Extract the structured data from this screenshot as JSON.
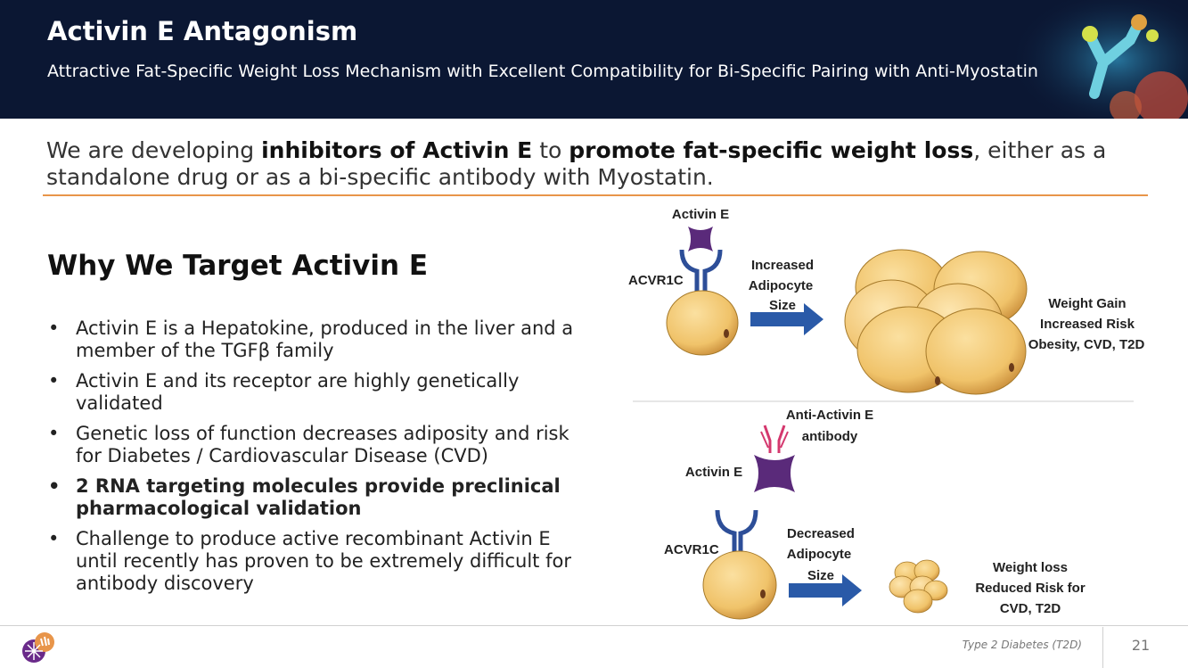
{
  "header": {
    "title": "Activin E Antagonism",
    "subtitle": "Attractive Fat-Specific Weight Loss Mechanism with Excellent Compatibility for Bi-Specific Pairing with Anti-Myostatin"
  },
  "intro": {
    "part1": "We are developing ",
    "bold1": "inhibitors of Activin E",
    "part2": " to ",
    "bold2": "promote fat-specific weight loss",
    "part3": ", either as a standalone drug or as a bi-specific antibody with Myostatin."
  },
  "why": {
    "heading": "Why We Target Activin E",
    "bullets": [
      "Activin E is a Hepatokine, produced in the liver and a member of the TGFβ family",
      "Activin E and its receptor are highly genetically validated",
      "Genetic loss of function decreases adiposity and risk for Diabetes / Cardiovascular Disease (CVD)",
      "2 RNA targeting molecules provide preclinical pharmacological validation",
      "Challenge to produce active recombinant Activin E until recently has proven to be extremely difficult for antibody discovery"
    ]
  },
  "diagram": {
    "top": {
      "ligand_label": "Activin E",
      "receptor_label": "ACVR1C",
      "arrow_label": [
        "Increased",
        "Adipocyte",
        "Size"
      ],
      "outcome_label": [
        "Weight Gain",
        "Increased Risk",
        "Obesity, CVD, T2D"
      ]
    },
    "bottom": {
      "antibody_label": [
        "Anti-Activin E",
        "antibody"
      ],
      "ligand_label": "Activin E",
      "receptor_label": "ACVR1C",
      "arrow_label": [
        "Decreased",
        "Adipocyte",
        "Size"
      ],
      "outcome_label": [
        "Weight loss",
        "Reduced Risk for",
        "CVD, T2D"
      ]
    }
  },
  "footer": {
    "section": "Type 2 Diabetes (T2D)",
    "page_number": "21"
  },
  "colors": {
    "header_bg": "#0b1733",
    "accent_rule": "#e8954a",
    "arrow_blue": "#2a5aa8",
    "receptor_blue": "#2d4e98",
    "activin_purple": "#5a2a7a",
    "antibody_pink": "#d4386e",
    "cell_fill": "#f0c36a"
  }
}
